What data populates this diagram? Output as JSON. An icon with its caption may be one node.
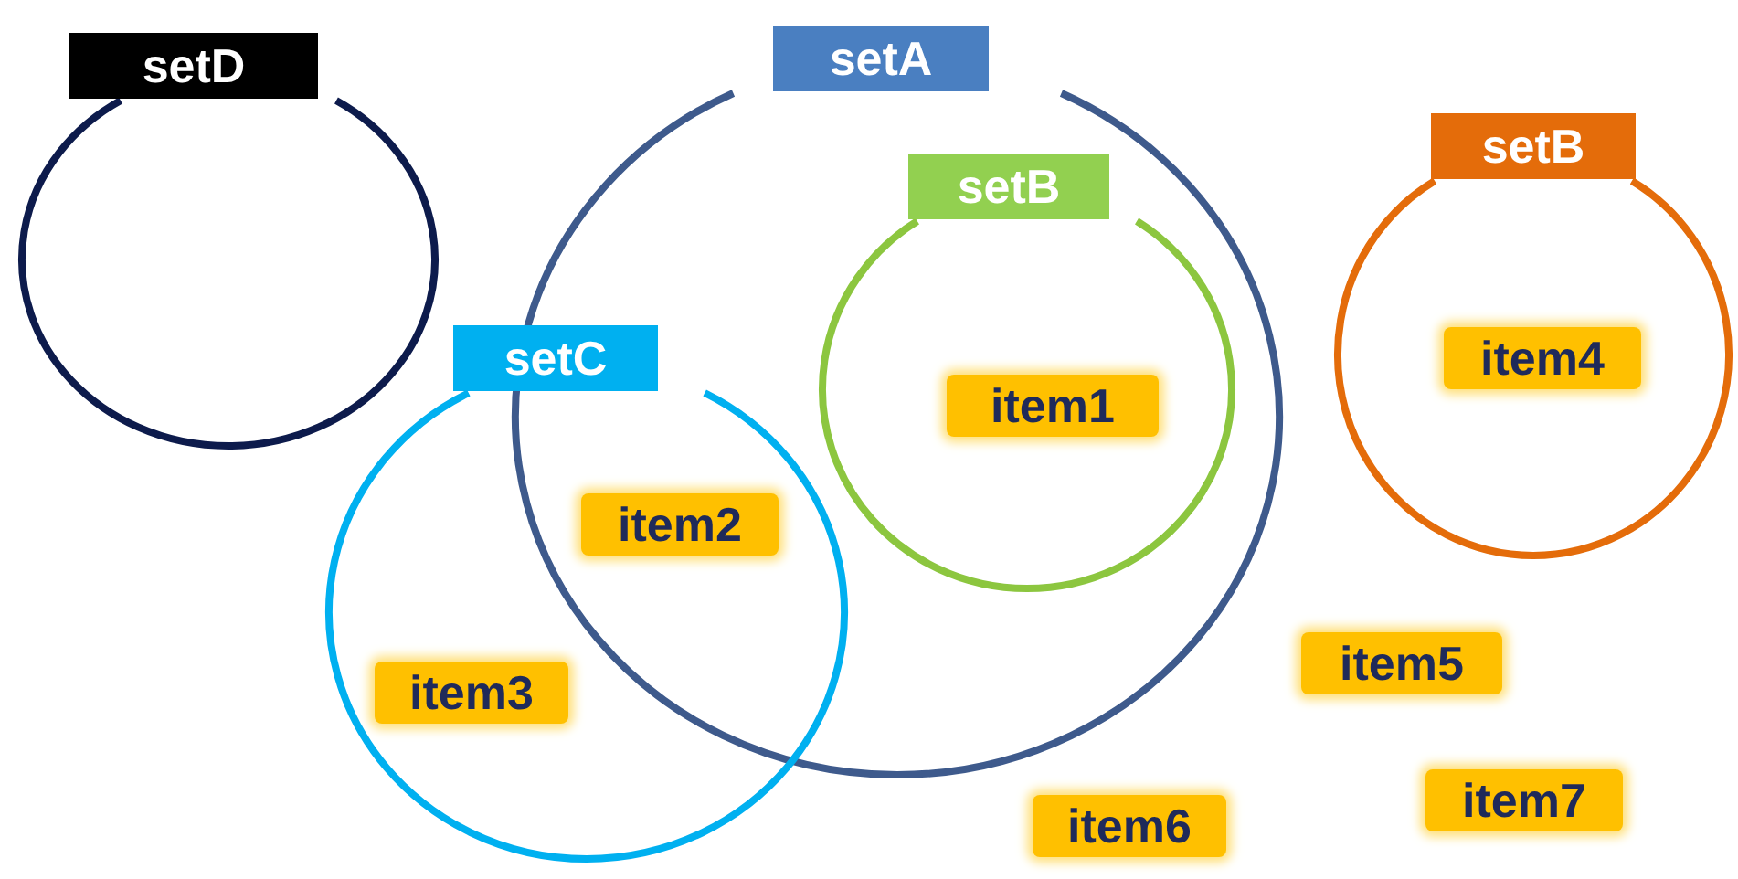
{
  "diagram": {
    "nodes": [
      {
        "text": [
          "setD"
        ]
      },
      {
        "text": [
          "setA"
        ]
      },
      {
        "text": [
          "setB"
        ],
        "in": 1
      },
      {
        "text": [
          "setC"
        ]
      },
      {
        "text": [
          "item1"
        ],
        "in": 2
      },
      {
        "text": [
          "item2"
        ]
      },
      {
        "text": [
          "item3"
        ],
        "in": 3
      },
      {
        "text": [
          "setB"
        ]
      },
      {
        "text": [
          "item4"
        ],
        "in": 7
      },
      {
        "text": [
          "item5"
        ]
      },
      {
        "text": [
          "item6"
        ]
      },
      {
        "text": [
          "item7"
        ]
      }
    ]
  }
}
